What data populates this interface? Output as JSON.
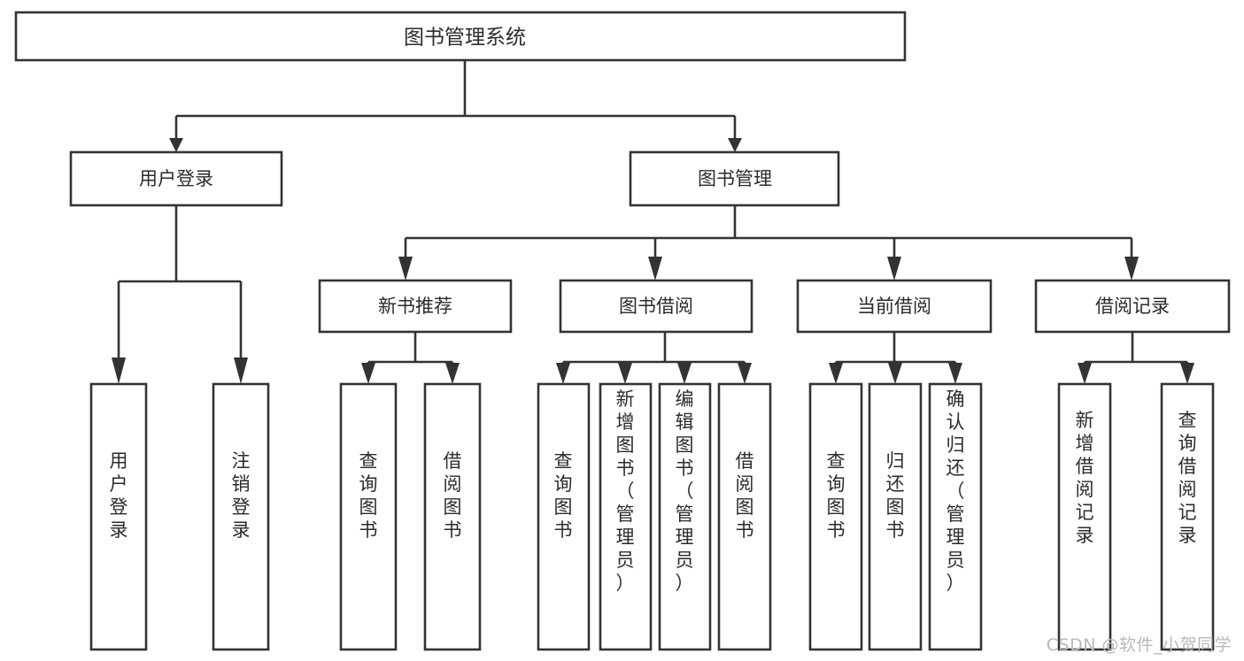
{
  "diagram": {
    "type": "tree",
    "title": "图书管理系统",
    "root": {
      "id": "root",
      "label": "图书管理系统",
      "orientation": "horizontal"
    },
    "level2": [
      {
        "id": "user-login",
        "label": "用户登录",
        "orientation": "horizontal"
      },
      {
        "id": "book-manage",
        "label": "图书管理",
        "orientation": "horizontal"
      }
    ],
    "level3": [
      {
        "id": "new-book-rec",
        "label": "新书推荐",
        "orientation": "horizontal",
        "parent": "book-manage"
      },
      {
        "id": "book-borrow",
        "label": "图书借阅",
        "orientation": "horizontal",
        "parent": "book-manage"
      },
      {
        "id": "current-borrow",
        "label": "当前借阅",
        "orientation": "horizontal",
        "parent": "book-manage"
      },
      {
        "id": "borrow-record",
        "label": "借阅记录",
        "orientation": "horizontal",
        "parent": "book-manage"
      }
    ],
    "leaves": [
      {
        "id": "leaf-user-login",
        "label": "用户登录",
        "orientation": "vertical",
        "parent": "user-login"
      },
      {
        "id": "leaf-user-logout",
        "label": "注销登录",
        "orientation": "vertical",
        "parent": "user-login"
      },
      {
        "id": "leaf-query-book-1",
        "label": "查询图书",
        "orientation": "vertical",
        "parent": "new-book-rec"
      },
      {
        "id": "leaf-borrow-book-1",
        "label": "借阅图书",
        "orientation": "vertical",
        "parent": "new-book-rec"
      },
      {
        "id": "leaf-query-book-2",
        "label": "查询图书",
        "orientation": "vertical",
        "parent": "book-borrow"
      },
      {
        "id": "leaf-add-book",
        "label": "新增图书（管理员）",
        "orientation": "vertical",
        "parent": "book-borrow"
      },
      {
        "id": "leaf-edit-book",
        "label": "编辑图书（管理员）",
        "orientation": "vertical",
        "parent": "book-borrow"
      },
      {
        "id": "leaf-borrow-book-2",
        "label": "借阅图书",
        "orientation": "vertical",
        "parent": "book-borrow"
      },
      {
        "id": "leaf-query-book-3",
        "label": "查询图书",
        "orientation": "vertical",
        "parent": "current-borrow"
      },
      {
        "id": "leaf-return-book",
        "label": "归还图书",
        "orientation": "vertical",
        "parent": "current-borrow"
      },
      {
        "id": "leaf-confirm-return",
        "label": "确认归还（管理员）",
        "orientation": "vertical",
        "parent": "current-borrow"
      },
      {
        "id": "leaf-add-record",
        "label": "新增借阅记录",
        "orientation": "vertical",
        "parent": "borrow-record"
      },
      {
        "id": "leaf-query-record",
        "label": "查询借阅记录",
        "orientation": "vertical",
        "parent": "borrow-record"
      }
    ],
    "colors": {
      "stroke": "#333333",
      "fill": "#ffffff",
      "text": "#2b2b2b",
      "watermark": "#b9b9b9"
    }
  },
  "watermark": {
    "text": "CSDN @软件_小贺同学"
  }
}
